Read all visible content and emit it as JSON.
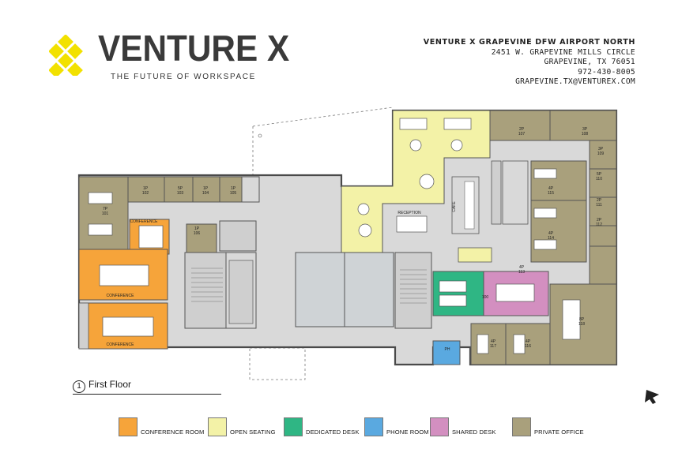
{
  "brand": {
    "name": "VENTURE X",
    "tagline": "THE FUTURE OF WORKSPACE",
    "accent_color": "#f2e100"
  },
  "address": {
    "title": "VENTURE X GRAPEVINE DFW AIRPORT NORTH",
    "street": "2451 W. GRAPEVINE MILLS CIRCLE",
    "city": "GRAPEVINE, TX  76051",
    "phone": "972-430-8005",
    "email": "GRAPEVINE.TX@VENTUREX.COM"
  },
  "floor": {
    "number": "1",
    "name": "First Floor"
  },
  "room_labels": {
    "conference": "CONFERENCE",
    "conference_small": "CONFERENCE",
    "reception": "RECEPTION",
    "cafe": "CAFE",
    "ph": "PH",
    "office_101": "7P\n101",
    "office_102": "1P\n102",
    "office_103": "5P\n103",
    "office_104": "1P\n104",
    "office_105": "1P\n105",
    "office_106": "1P\n106",
    "office_107": "2P\n107",
    "office_108": "3P\n108",
    "office_109": "3P\n109",
    "office_110": "5P\n110",
    "office_111": "2P\n111",
    "office_112": "2P\n112",
    "office_113": "4P\n113",
    "office_114": "4P\n114",
    "office_115": "4P\n115",
    "office_116": "4P\n116",
    "office_117": "4P\n117",
    "office_118": "8P\n118",
    "dedicated_100": "100"
  },
  "legend": [
    {
      "label": "CONFERENCE ROOM",
      "color": "#f6a43a"
    },
    {
      "label": "OPEN SEATING",
      "color": "#f3f2a7"
    },
    {
      "label": "DEDICATED DESK",
      "color": "#2fb684"
    },
    {
      "label": "PHONE ROOM",
      "color": "#5aa9e0"
    },
    {
      "label": "SHARED DESK",
      "color": "#d38fc0"
    },
    {
      "label": "PRIVATE OFFICE",
      "color": "#a9a07c"
    }
  ],
  "plan_colors": {
    "corridor": "#d9d9d9",
    "wall": "#5a5a5a"
  }
}
